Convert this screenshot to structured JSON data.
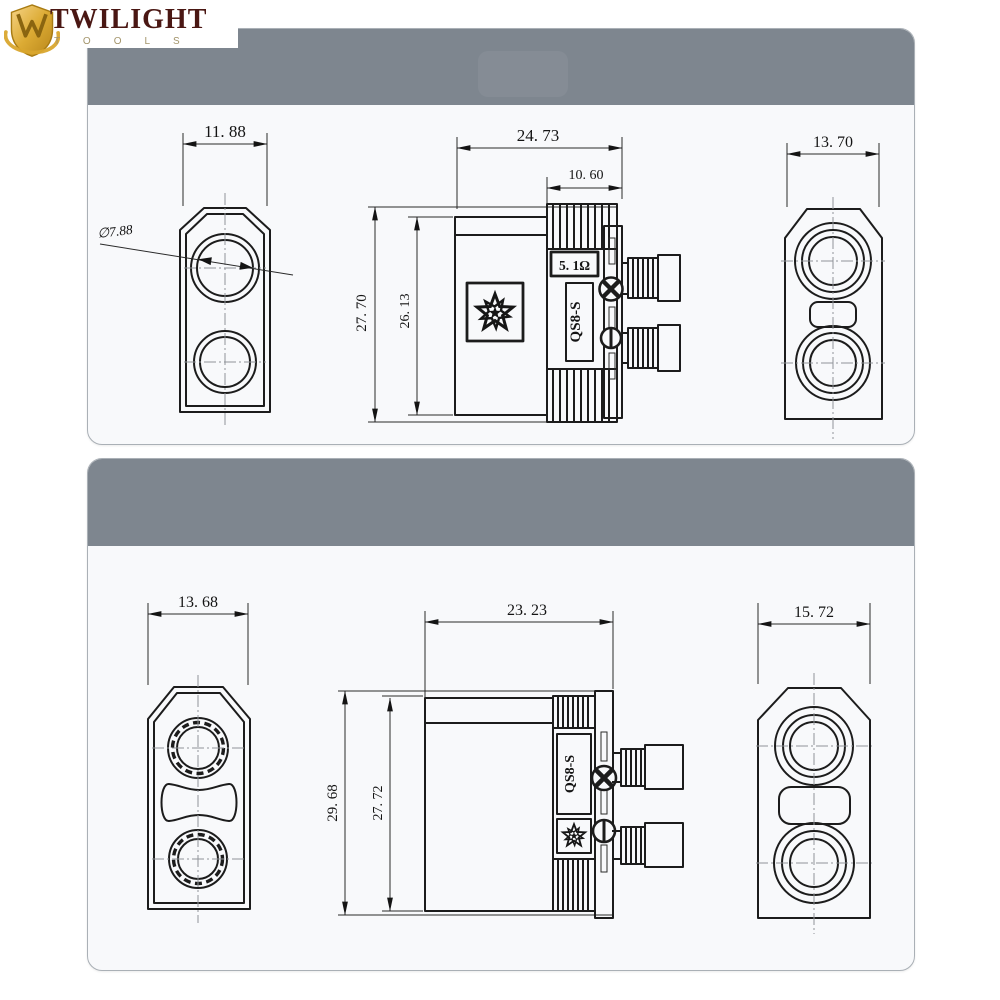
{
  "brand": {
    "name": "TWILIGHT",
    "tagline": "TOOLS"
  },
  "drawing": {
    "top_panel": {
      "front_view": {
        "width_dim": "11. 88",
        "hole_diameter": "∅7.88"
      },
      "side_view": {
        "overall_width": "24. 73",
        "head_width": "10. 60",
        "overall_height": "27. 70",
        "body_height": "26. 13",
        "resistor_label": "5. 1Ω",
        "model_label": "QS8-S"
      },
      "rear_view": {
        "width_dim": "13. 70"
      }
    },
    "bottom_panel": {
      "front_view": {
        "width_dim": "13. 68"
      },
      "side_view": {
        "overall_width": "23. 23",
        "overall_height": "29. 68",
        "body_height": "27. 72",
        "model_label": "QS8-S"
      },
      "rear_view": {
        "width_dim": "15. 72"
      }
    }
  }
}
